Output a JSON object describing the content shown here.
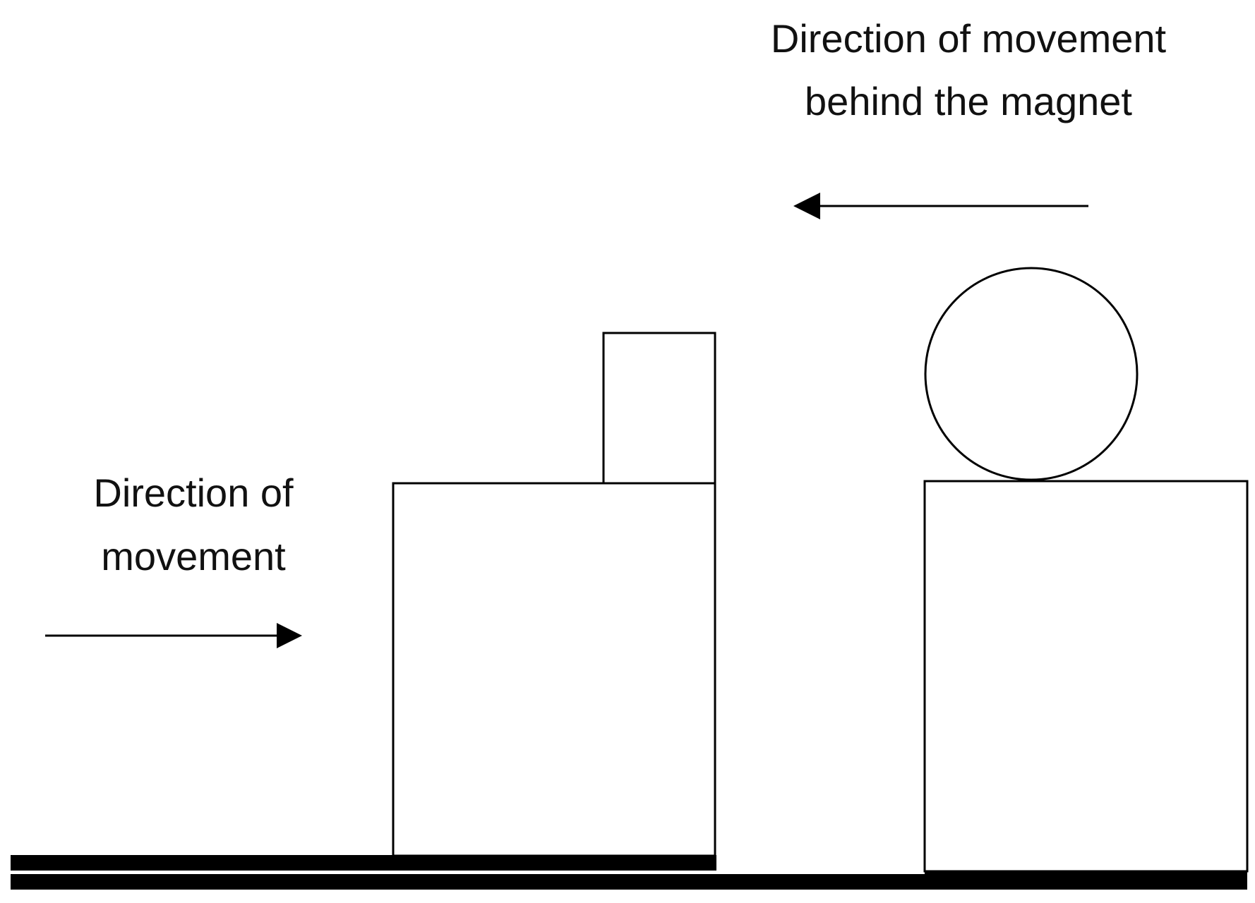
{
  "labels": {
    "magnet_direction_line1": "Direction of movement",
    "magnet_direction_line2": "behind the magnet",
    "movement_direction_line1": "Direction of",
    "movement_direction_line2": "movement"
  },
  "colors": {
    "stroke": "#000000",
    "background": "#ffffff"
  }
}
